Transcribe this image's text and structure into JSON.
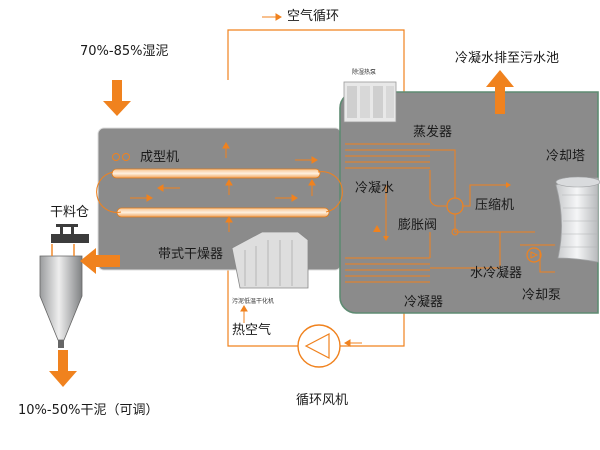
{
  "labels": {
    "air_circulation": "空气循环",
    "wet_sludge": "70%-85%湿泥",
    "condensate_to_pool": "冷凝水排至污水池",
    "dehumidifier_heat_pump": "除湿热泵",
    "forming_machine": "成型机",
    "evaporator": "蒸发器",
    "cooling_tower": "冷却塔",
    "condensate_water": "冷凝水",
    "compressor": "压缩机",
    "expansion_valve": "膨胀阀",
    "dry_bin": "干料仓",
    "belt_dryer": "带式干燥器",
    "water_condenser": "水冷凝器",
    "cooling_pump": "冷却泵",
    "sludge_dryer_unit": "污泥低温干化机",
    "condenser": "冷凝器",
    "hot_air": "热空气",
    "dry_sludge": "10%-50%干泥（可调）",
    "circulation_fan": "循环风机"
  },
  "colors": {
    "accent": "#f0821e",
    "panel": "#8b8b8b",
    "panel_border": "#5e8b72",
    "line": "#f0821e"
  },
  "icons": [
    "down-arrow-icon",
    "up-arrow-icon",
    "left-arrow-icon",
    "fan-icon",
    "pump-icon",
    "compressor-icon",
    "valve-icon"
  ]
}
